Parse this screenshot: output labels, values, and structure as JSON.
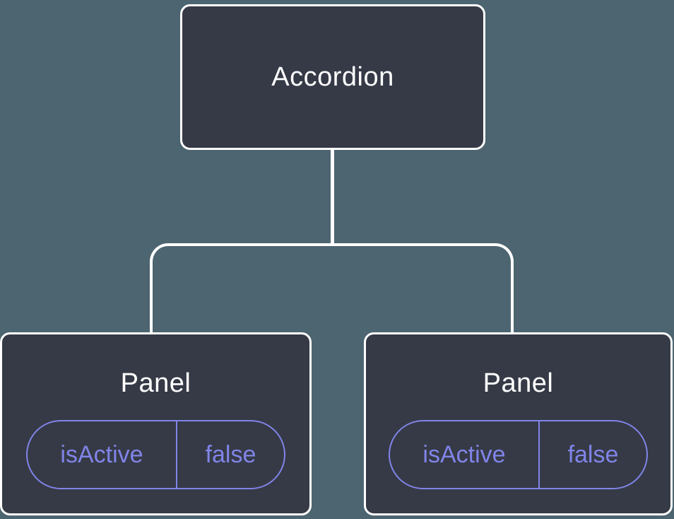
{
  "diagram": {
    "root": {
      "label": "Accordion"
    },
    "children": [
      {
        "label": "Panel",
        "state": {
          "name": "isActive",
          "value": "false"
        }
      },
      {
        "label": "Panel",
        "state": {
          "name": "isActive",
          "value": "false"
        }
      }
    ]
  },
  "colors": {
    "background": "#4D6570",
    "node_fill": "#353A46",
    "node_border": "#FFFFFF",
    "node_text": "#FFFFFF",
    "state_accent": "#8184E8",
    "connector": "#FFFFFF"
  }
}
